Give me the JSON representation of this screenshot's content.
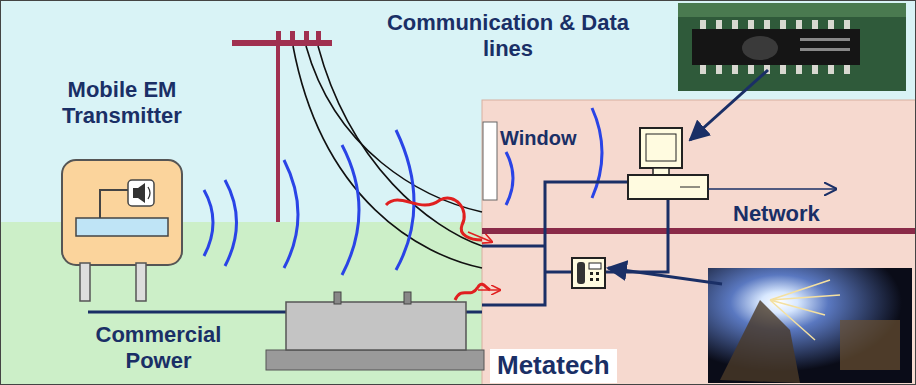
{
  "diagram": {
    "nodes": [
      {
        "text": [
          "Mobile EM Transmitter"
        ]
      },
      {
        "text": [
          "Metatech"
        ]
      }
    ],
    "labels": [
      "Communication & Data lines",
      "Window",
      "Network",
      "Commercial Power"
    ]
  }
}
